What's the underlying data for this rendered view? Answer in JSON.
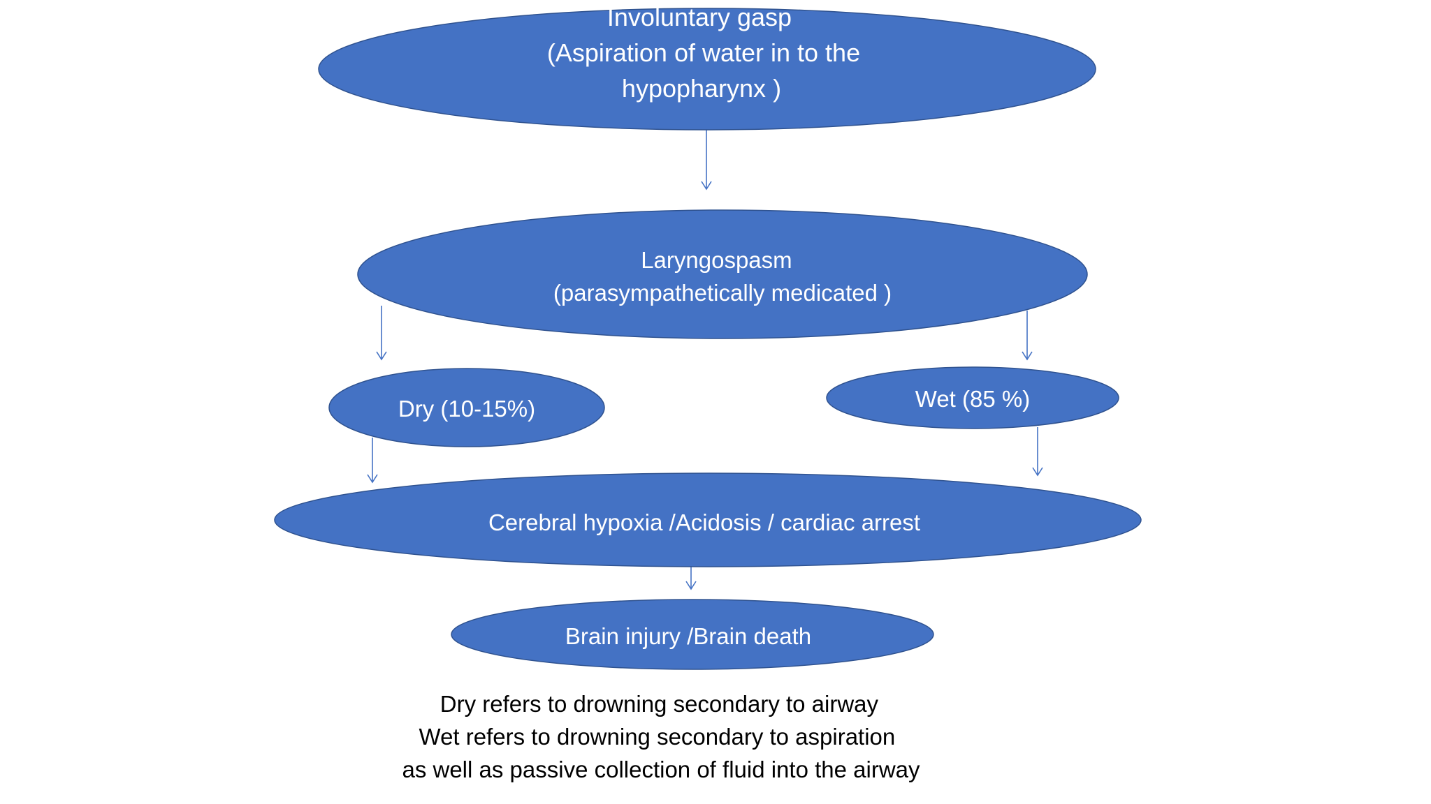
{
  "colors": {
    "node_fill": "#4472c4",
    "node_stroke": "#2f528f",
    "arrow": "#4472c4",
    "node_text": "#ffffff",
    "note_text": "#000000",
    "background": "#ffffff"
  },
  "nodes": {
    "gasp": {
      "lines": [
        "Involuntary  gasp",
        "(Aspiration of water in to the",
        "hypopharynx )"
      ]
    },
    "laryngospasm": {
      "lines": [
        "Laryngospasm",
        "(parasympathetically medicated )"
      ]
    },
    "dry": {
      "lines": [
        "Dry (10-15%)"
      ]
    },
    "wet": {
      "lines": [
        "Wet (85 %)"
      ]
    },
    "hypoxia": {
      "lines": [
        "Cerebral hypoxia /Acidosis / cardiac arrest"
      ]
    },
    "brain": {
      "lines": [
        "Brain injury /Brain death"
      ]
    }
  },
  "note": {
    "lines": [
      "Dry refers to drowning secondary to airway",
      "Wet refers to drowning secondary to aspiration",
      "as well as passive collection of fluid into the airway"
    ]
  }
}
